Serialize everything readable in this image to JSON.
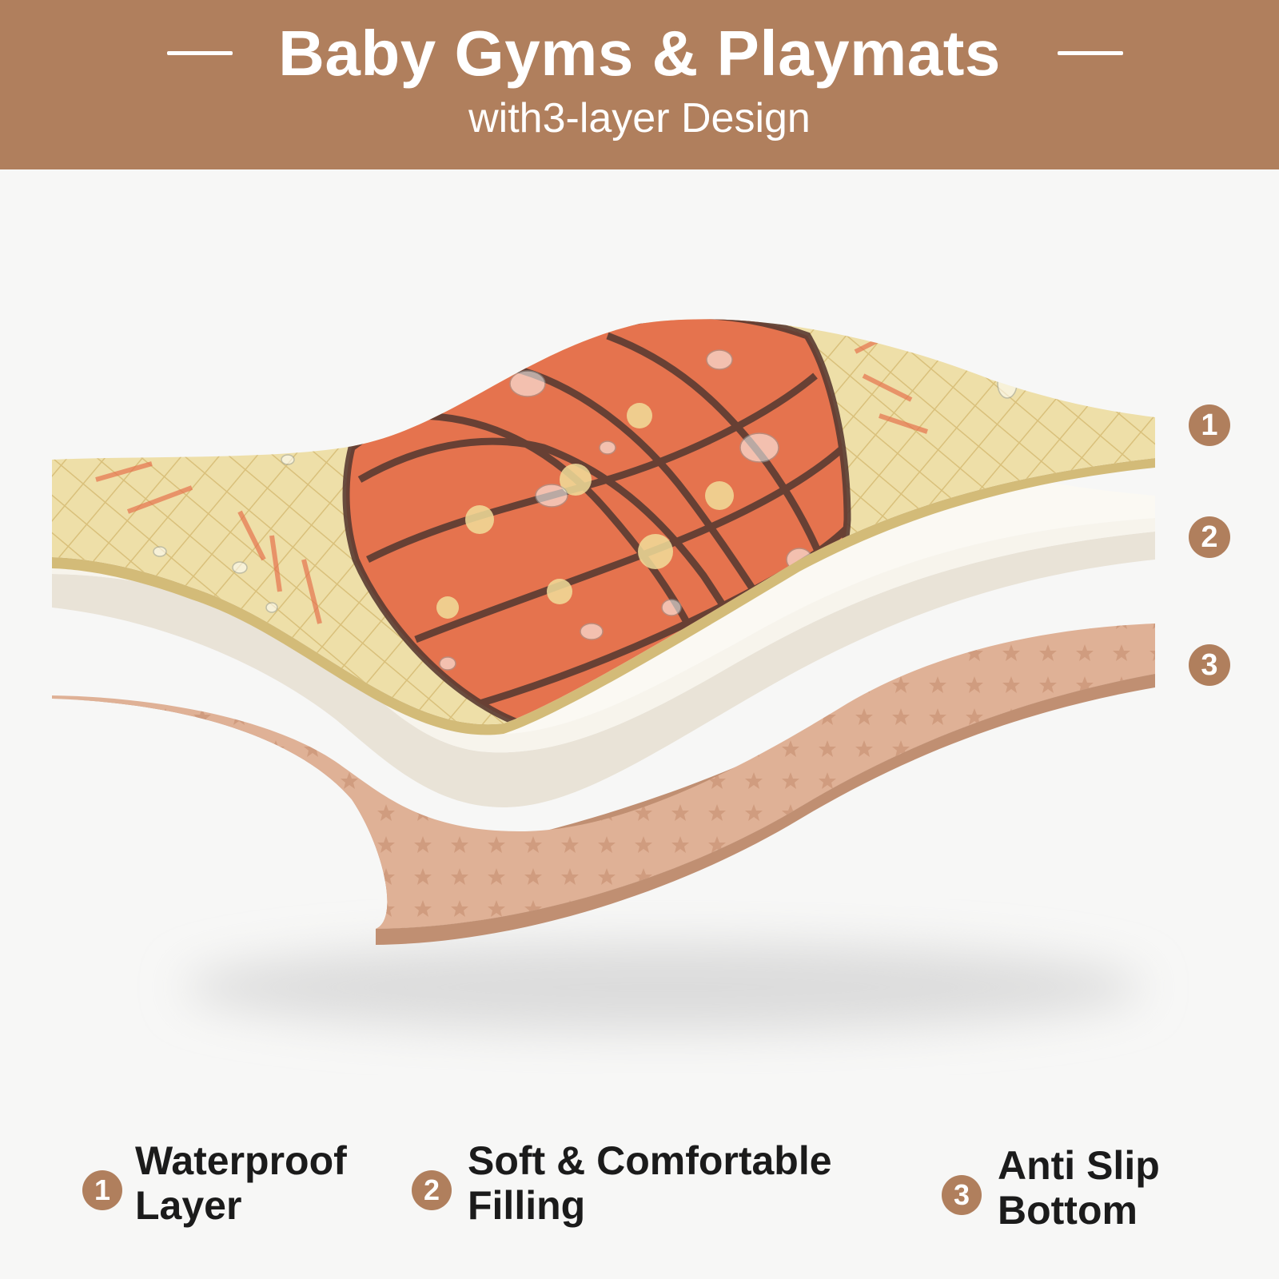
{
  "header": {
    "title": "Baby Gyms & Playmats",
    "subtitle": "with3-layer Design",
    "color": "#b07f5d"
  },
  "layers": {
    "top": {
      "pattern": "pineapple-on-quilted-cream",
      "colors": [
        "#eedfa8",
        "#e5734e",
        "#5a3b32"
      ]
    },
    "middle": {
      "color": "#f5f2ea"
    },
    "bottom": {
      "pattern": "star-pattern",
      "color": "#dfb196"
    }
  },
  "side_markers": [
    "1",
    "2",
    "3"
  ],
  "features": [
    {
      "number": "1",
      "line1": "Waterproof",
      "line2": "Layer"
    },
    {
      "number": "2",
      "line1": "Soft & Comfortable",
      "line2": "Filling"
    },
    {
      "number": "3",
      "line1": "Anti Slip",
      "line2": "Bottom"
    }
  ]
}
